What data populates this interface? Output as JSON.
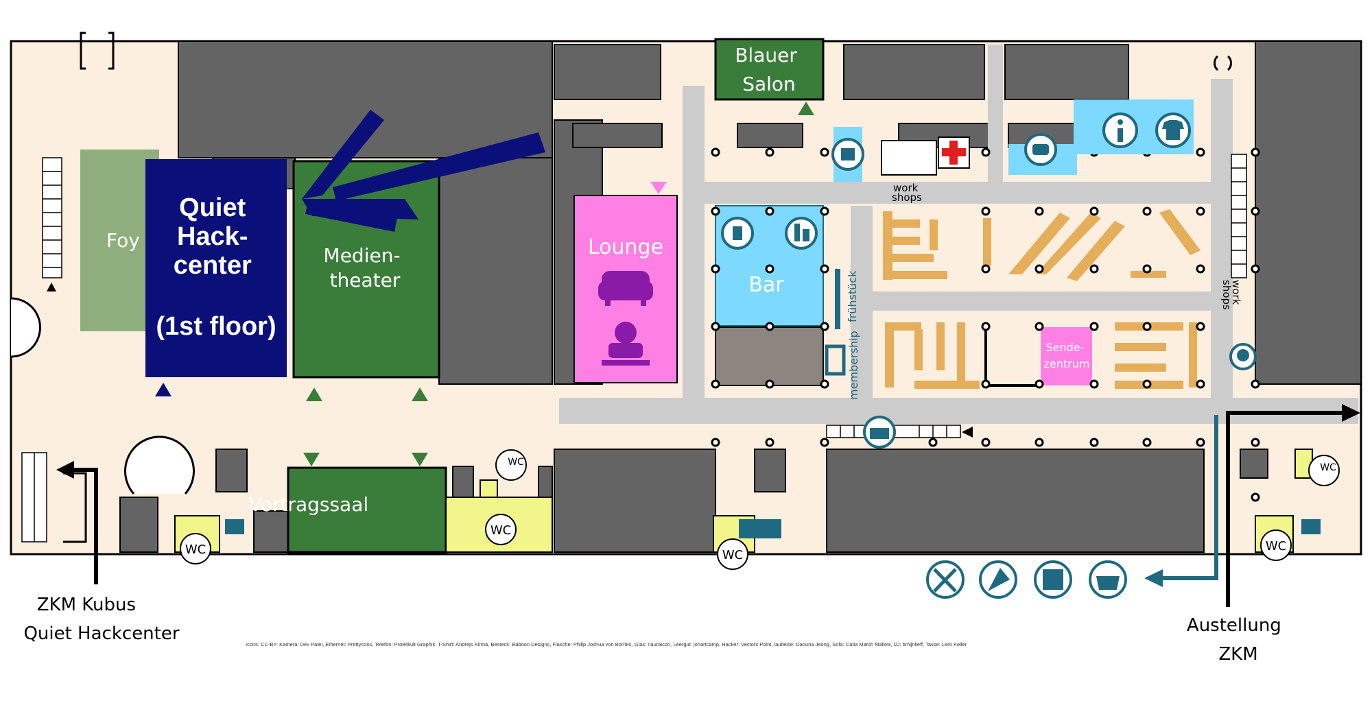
{
  "colors": {
    "floor": "#fcefdf",
    "wall": "#646464",
    "corridor": "#cccccc",
    "green": "#3a7d3a",
    "foyer": "#8fae7d",
    "quiet": "#0a0f7a",
    "lounge": "#ff80e4",
    "bar": "#7ed9ff",
    "table": "#e5ae5a",
    "wc": "#f2f58a",
    "teal": "#1f6a80"
  },
  "rooms": {
    "blauer_salon": [
      "Blauer",
      "Salon"
    ],
    "foyer": "Foy",
    "quiet_hackcenter": [
      "Quiet",
      "Hack-",
      "center",
      "",
      "(1st floor)"
    ],
    "medientheater": [
      "Medien-",
      "theater"
    ],
    "lounge": "Lounge",
    "bar": "Bar",
    "sendezentrum": [
      "Sende-",
      "zentrum"
    ],
    "vortragssaal": "Vortragssaal",
    "fruehstueck": "frühstück",
    "membership": "membership",
    "workshops_top": [
      "work",
      "shops"
    ],
    "workshops_right": [
      "work",
      "shops"
    ]
  },
  "wc_label": "WC",
  "exits": {
    "zkm_kubus": [
      "ZKM Kubus",
      "Quiet Hackcenter"
    ],
    "ausstellung": [
      "Austellung",
      "ZKM"
    ]
  },
  "icons": {
    "food": [
      "cutlery-icon",
      "pizza-icon",
      "waffle-icon",
      "pot-icon"
    ],
    "services": [
      "ethernet-icon",
      "first-aid-icon",
      "telephone-icon",
      "info-icon",
      "tshirt-icon",
      "hacker-icon",
      "bottle-crate-icon",
      "drink-glass-icon",
      "bottle-icon",
      "sofa-icon",
      "dj-icon"
    ]
  },
  "credits": "Icons: CC-BY: Kamera: Dev Patel, Ethernet: Prettycons, Telefon: Proletkult Graphik, T-Shirt: Andrejs Kirma, Besteck: Baboon Designs, Flasche: Philip Joshua von Borries, Glas: nauraicon, Leergut: johartcamp, Hacker: Vectors Point, lautleise: Daouna Jeong, Sofa: Catia Marsh Mallow, DJ: bmijnlieff, Tasse: Lero Keller"
}
